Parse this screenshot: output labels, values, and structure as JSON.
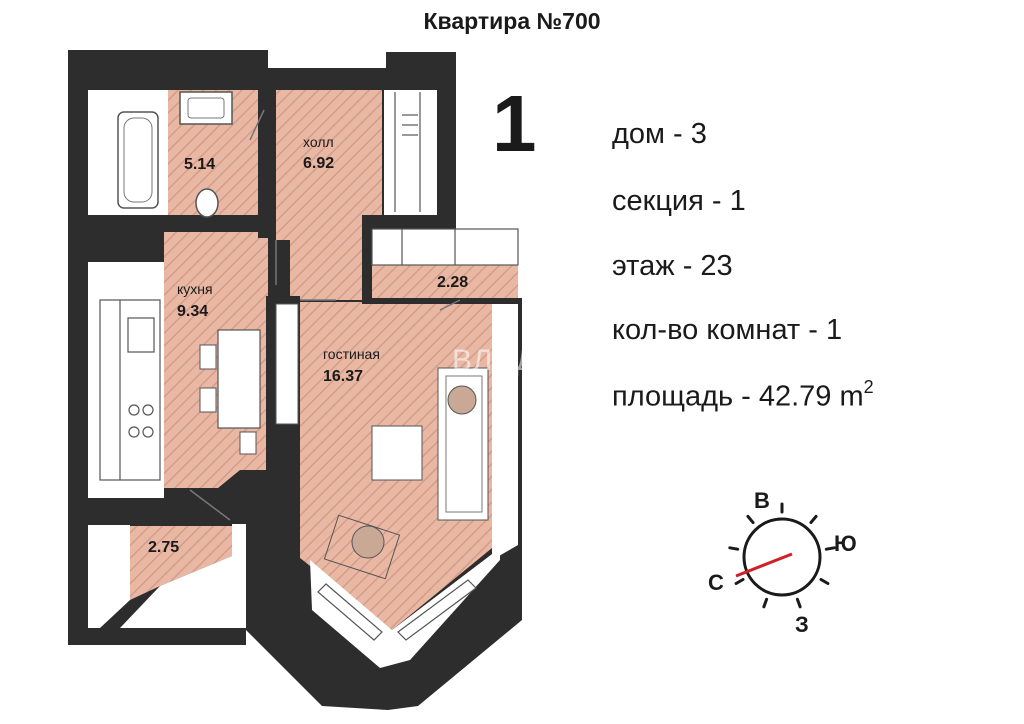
{
  "title": "Квартира №700",
  "floor_label": "1",
  "info": {
    "house": "дом - 3",
    "section": "секция - 1",
    "floor": "этаж - 23",
    "rooms": "кол-во комнат - 1",
    "area": "площадь - 42.79 m",
    "area_sup": "2"
  },
  "rooms": {
    "bathroom_area": "5.14",
    "hall_label": "холл",
    "hall_area": "6.92",
    "closet_area": "2.28",
    "kitchen_label": "кухня",
    "kitchen_area": "9.34",
    "living_label": "гостиная",
    "living_area": "16.37",
    "balcony_area": "2.75"
  },
  "watermark": "ВЛАДИС",
  "compass": {
    "north": "С",
    "east": "В",
    "south": "Ю",
    "west": "З",
    "needle_color": "#d21f26"
  },
  "colors": {
    "wall": "#2d2d2d",
    "room_fill": "#e8b8a4",
    "hatch": "#d69c86"
  }
}
